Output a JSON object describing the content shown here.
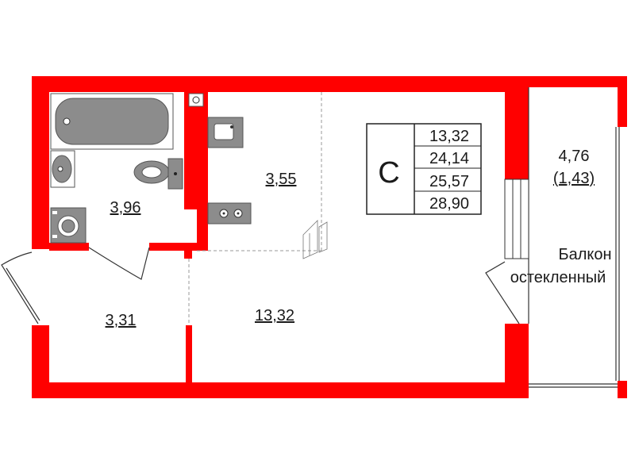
{
  "colors": {
    "wall": "#ff0000",
    "fixture": "#8c8c8c",
    "fixture_stroke": "#555555",
    "line": "#333333",
    "dashed": "#9a9a9a",
    "text": "#1a1a1a"
  },
  "apartment": {
    "type_letter": "С",
    "areas": [
      "13,32",
      "24,14",
      "25,57",
      "28,90"
    ]
  },
  "rooms": {
    "bathroom": "3,96",
    "kitchen": "3,55",
    "hall": "3,31",
    "living": "13,32",
    "balcony_area": "4,76",
    "balcony_reduced": "(1,43)",
    "balcony_name_line1": "Балкон",
    "balcony_name_line2": "остекленный"
  },
  "icons": [
    "bathtub-icon",
    "sink-icon",
    "toilet-icon",
    "washing-machine-icon",
    "kitchen-sink-icon",
    "stove-icon",
    "riser-icon"
  ]
}
